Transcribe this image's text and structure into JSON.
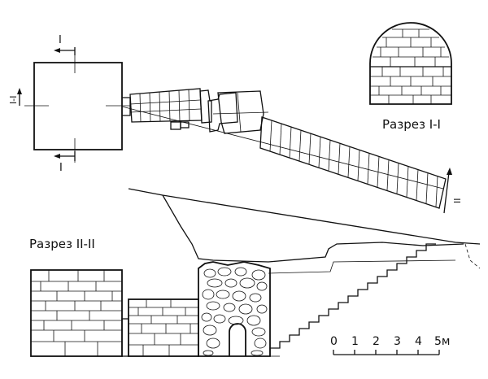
{
  "labels": {
    "section_1": "Разрез I-I",
    "section_2": "Разрез II-II",
    "cut_I": "I",
    "cut_II": "II"
  },
  "scale": {
    "ticks": [
      "0",
      "1",
      "2",
      "3",
      "4",
      "5м"
    ]
  }
}
